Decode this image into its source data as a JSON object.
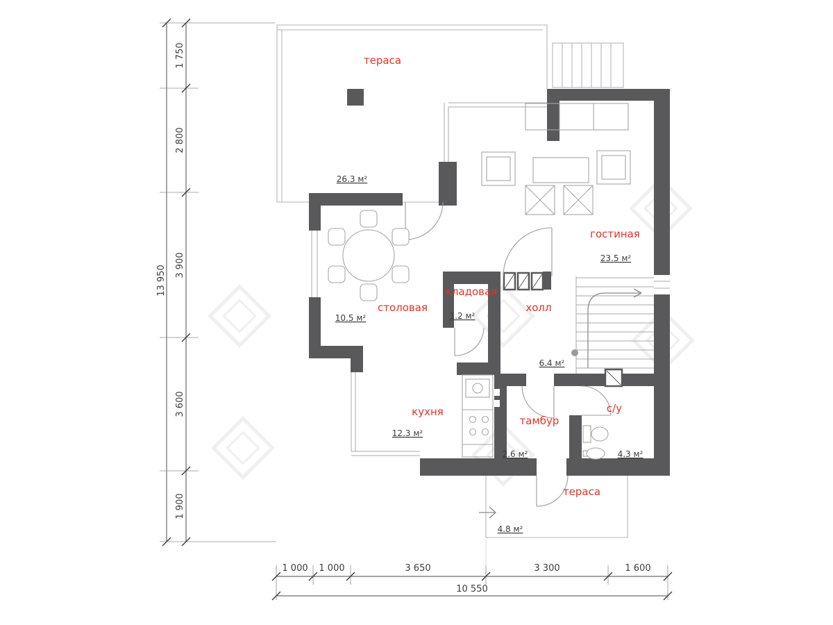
{
  "plan": {
    "title": "first-floor-plan",
    "rooms": {
      "terrace_top": {
        "label": "тераса",
        "area": "26.3 м²"
      },
      "living": {
        "label": "гостиная",
        "area": "23.5 м²"
      },
      "dining": {
        "label": "столовая",
        "area": "10.5 м²"
      },
      "pantry": {
        "label": "кладовая",
        "area": "1.2 м²"
      },
      "hall": {
        "label": "холл",
        "area": "6.4 м²"
      },
      "kitchen": {
        "label": "кухня",
        "area": "12.3 м²"
      },
      "vestibule": {
        "label": "тамбур",
        "area": "2.6 м²"
      },
      "bathroom": {
        "label": "с/у",
        "area": "4.3 м²"
      },
      "terrace_bottom": {
        "label": "тераса",
        "area": "4.8 м²"
      }
    },
    "dimensions": {
      "left": {
        "total": "13 950",
        "segments": [
          "1 750",
          "2 800",
          "3 900",
          "3 600",
          "1 900"
        ]
      },
      "bottom": {
        "total": "10 550",
        "segments": [
          "1 000",
          "1 000",
          "3 650",
          "3 300",
          "1 600"
        ]
      }
    },
    "colors": {
      "wall": "#59595b",
      "room_label": "#e43326",
      "dim_text": "#3c3c3c",
      "thin_line": "#b6b6b6"
    }
  }
}
